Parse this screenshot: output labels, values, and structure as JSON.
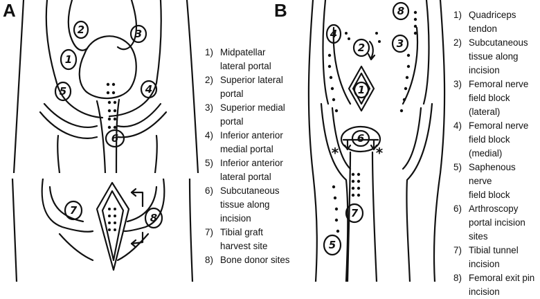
{
  "panel_a": {
    "letter": "A",
    "legend": [
      {
        "num": "1)",
        "text": "Midpatellar\nlateral portal"
      },
      {
        "num": "2)",
        "text": "Superior lateral\nportal"
      },
      {
        "num": "3)",
        "text": "Superior medial\nportal"
      },
      {
        "num": "4)",
        "text": "Inferior anterior\nmedial portal"
      },
      {
        "num": "5)",
        "text": "Inferior anterior\nlateral portal"
      },
      {
        "num": "6)",
        "text": "Subcutaneous\ntissue along\nincision"
      },
      {
        "num": "7)",
        "text": "Tibial graft\nharvest site"
      },
      {
        "num": "8)",
        "text": "Bone donor sites"
      }
    ],
    "markers": [
      "1",
      "2",
      "3",
      "4",
      "5",
      "6",
      "7",
      "8"
    ]
  },
  "panel_b": {
    "letter": "B",
    "legend": [
      {
        "num": "1)",
        "text": "Quadriceps\ntendon"
      },
      {
        "num": "2)",
        "text": "Subcutaneous\ntissue along\nincision"
      },
      {
        "num": "3)",
        "text": "Femoral nerve\nfield block\n(lateral)"
      },
      {
        "num": "4)",
        "text": "Femoral nerve\nfield block\n(medial)"
      },
      {
        "num": "5)",
        "text": "Saphenous nerve\nfield block"
      },
      {
        "num": "6)",
        "text": "Arthroscopy\nportal incision\nsites"
      },
      {
        "num": "7)",
        "text": "Tibial tunnel\nincision"
      },
      {
        "num": "8)",
        "text": "Femoral exit pin\nincision"
      }
    ],
    "markers": [
      "1",
      "2",
      "3",
      "4",
      "5",
      "6",
      "7",
      "8"
    ],
    "star_symbol": "*"
  }
}
